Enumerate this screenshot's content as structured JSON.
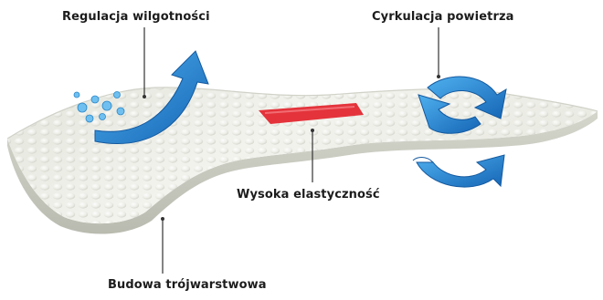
{
  "labels": {
    "humidity": "Regulacja wilgotności",
    "air_circulation": "Cyrkulacja powietrza",
    "elasticity": "Wysoka elastyczność",
    "three_layer": "Budowa trójwarstwowa"
  },
  "colors": {
    "insole_surface": "#eceee6",
    "insole_edge": "#d9dbd2",
    "arrow_blue": "#1f7fc9",
    "elastic_red": "#e4333b",
    "text": "#1c1c1c"
  },
  "icons": {
    "humidity_arrow": "curved-up-arrow",
    "air_arrows": "circular-arrows",
    "water_drops": "droplets"
  }
}
